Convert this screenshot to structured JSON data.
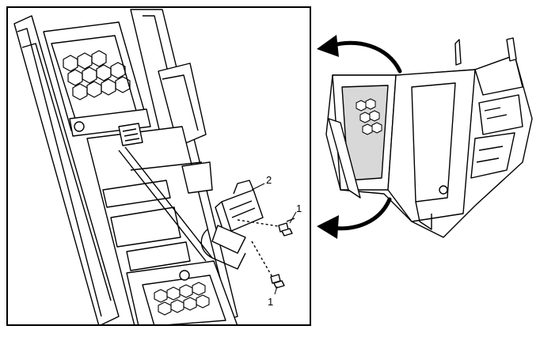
{
  "callouts": {
    "module": "2",
    "bolt_upper": "1",
    "bolt_lower": "1"
  },
  "colors": {
    "line": "#000000",
    "fill": "#ffffff",
    "shade": "#d8d8d8"
  }
}
